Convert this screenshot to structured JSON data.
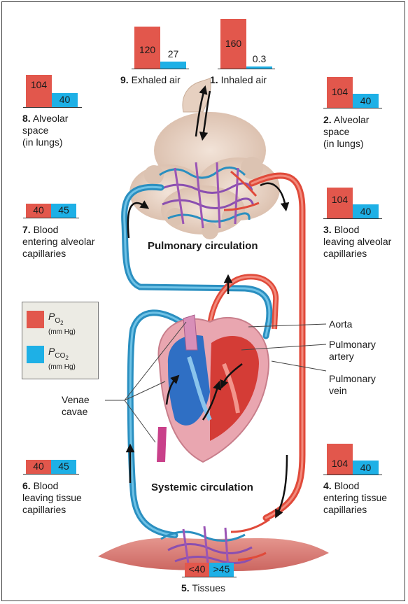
{
  "colors": {
    "o2": "#e2574c",
    "co2": "#1eb0e6",
    "oxygenated": "#e04a3a",
    "deoxygenated": "#2a8fc0",
    "capillary_mix": "#8a4fb0",
    "tissue": "#d8706a",
    "lung": "#e8d2c4"
  },
  "gauges": {
    "exhaled": {
      "num": "9.",
      "label": "Exhaled air",
      "o2": "120",
      "co2": "27"
    },
    "inhaled": {
      "num": "1.",
      "label": "Inhaled air",
      "o2": "160",
      "co2": "0.3"
    },
    "alv_left": {
      "num": "8.",
      "label_1": "Alveolar",
      "label_2": "space",
      "label_3": "(in lungs)",
      "o2": "104",
      "co2": "40"
    },
    "alv_right": {
      "num": "2.",
      "label_1": "Alveolar",
      "label_2": "space",
      "label_3": "(in lungs)",
      "o2": "104",
      "co2": "40"
    },
    "entering_alv": {
      "num": "7.",
      "label_1": "Blood",
      "label_2": "entering alveolar",
      "label_3": "capillaries",
      "o2": "40",
      "co2": "45"
    },
    "leaving_alv": {
      "num": "3.",
      "label_1": "Blood",
      "label_2": "leaving alveolar",
      "label_3": "capillaries",
      "o2": "104",
      "co2": "40"
    },
    "leaving_tis": {
      "num": "6.",
      "label_1": "Blood",
      "label_2": "leaving tissue",
      "label_3": "capillaries",
      "o2": "40",
      "co2": "45"
    },
    "entering_tis": {
      "num": "4.",
      "label_1": "Blood",
      "label_2": "entering tissue",
      "label_3": "capillaries",
      "o2": "104",
      "co2": "40"
    },
    "tissues": {
      "num": "5.",
      "label": "Tissues",
      "o2": "<40",
      "co2": ">45"
    }
  },
  "legend": {
    "p_o2": "P",
    "o2_sub": "O",
    "o2_sub2": "2",
    "p_co2": "P",
    "co2_sub": "CO",
    "co2_sub2": "2",
    "unit": "(mm Hg)"
  },
  "labels": {
    "pulmonary": "Pulmonary circulation",
    "systemic": "Systemic circulation",
    "aorta": "Aorta",
    "pulm_artery_1": "Pulmonary",
    "pulm_artery_2": "artery",
    "pulm_vein_1": "Pulmonary",
    "pulm_vein_2": "vein",
    "venae_1": "Venae",
    "venae_2": "cavae"
  }
}
